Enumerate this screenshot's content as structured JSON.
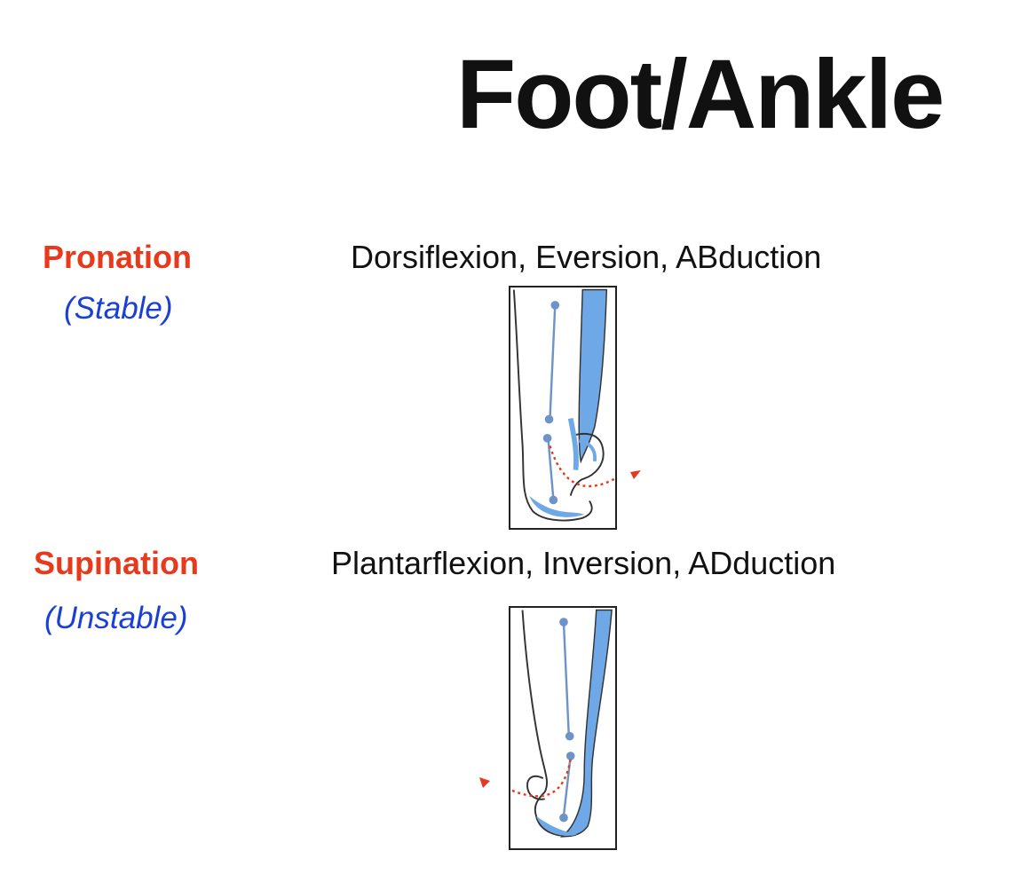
{
  "slide": {
    "title": "Foot/Ankle"
  },
  "pronation": {
    "term": "Pronation",
    "note": "(Stable)",
    "motions": "Dorsiflexion, Eversion, ABduction",
    "figure_icon": "pronation-foot-illustration"
  },
  "supination": {
    "term": "Supination",
    "note": "(Unstable)",
    "motions": "Plantarflexion, Inversion, ADduction",
    "figure_icon": "supination-foot-illustration"
  },
  "colors": {
    "term": "#e8391c",
    "note": "#1a3fd6",
    "highlight": "#6fa8e6",
    "arrow": "#e8391c"
  }
}
